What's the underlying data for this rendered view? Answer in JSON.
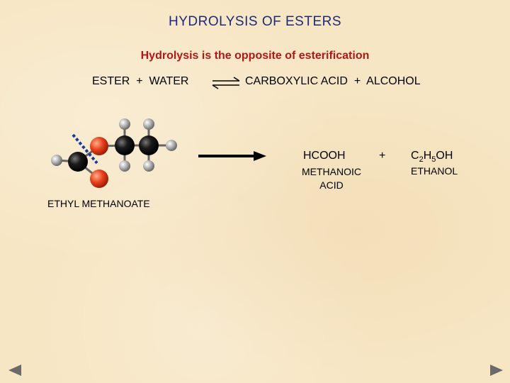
{
  "title": "HYDROLYSIS OF ESTERS",
  "subtitle": "Hydrolysis is the opposite of esterification",
  "equation": {
    "left": "ESTER  +  WATER",
    "right": "CARBOXYLIC ACID  +  ALCOHOL",
    "arrow_icon": "equilibrium-arrows"
  },
  "products": {
    "acid_formula": "HCOOH",
    "plus": "+",
    "alcohol_formula": {
      "c": "C",
      "sub1": "2",
      "h": "H",
      "sub2": "5",
      "rest": "OH"
    },
    "acid_name": "METHANOIC ACID",
    "alcohol_name": "ETHANOL"
  },
  "ester_name": "ETHYL METHANOATE",
  "colors": {
    "title": "#1c2a78",
    "subtitle": "#b01818",
    "oxygen": "#e8401c",
    "carbon": "#111111",
    "hydrogen": "#9a9a9a",
    "bond_break": "#1a3a9a"
  },
  "nav": {
    "prev_icon": "triangle-left-icon",
    "next_icon": "triangle-right-icon"
  }
}
